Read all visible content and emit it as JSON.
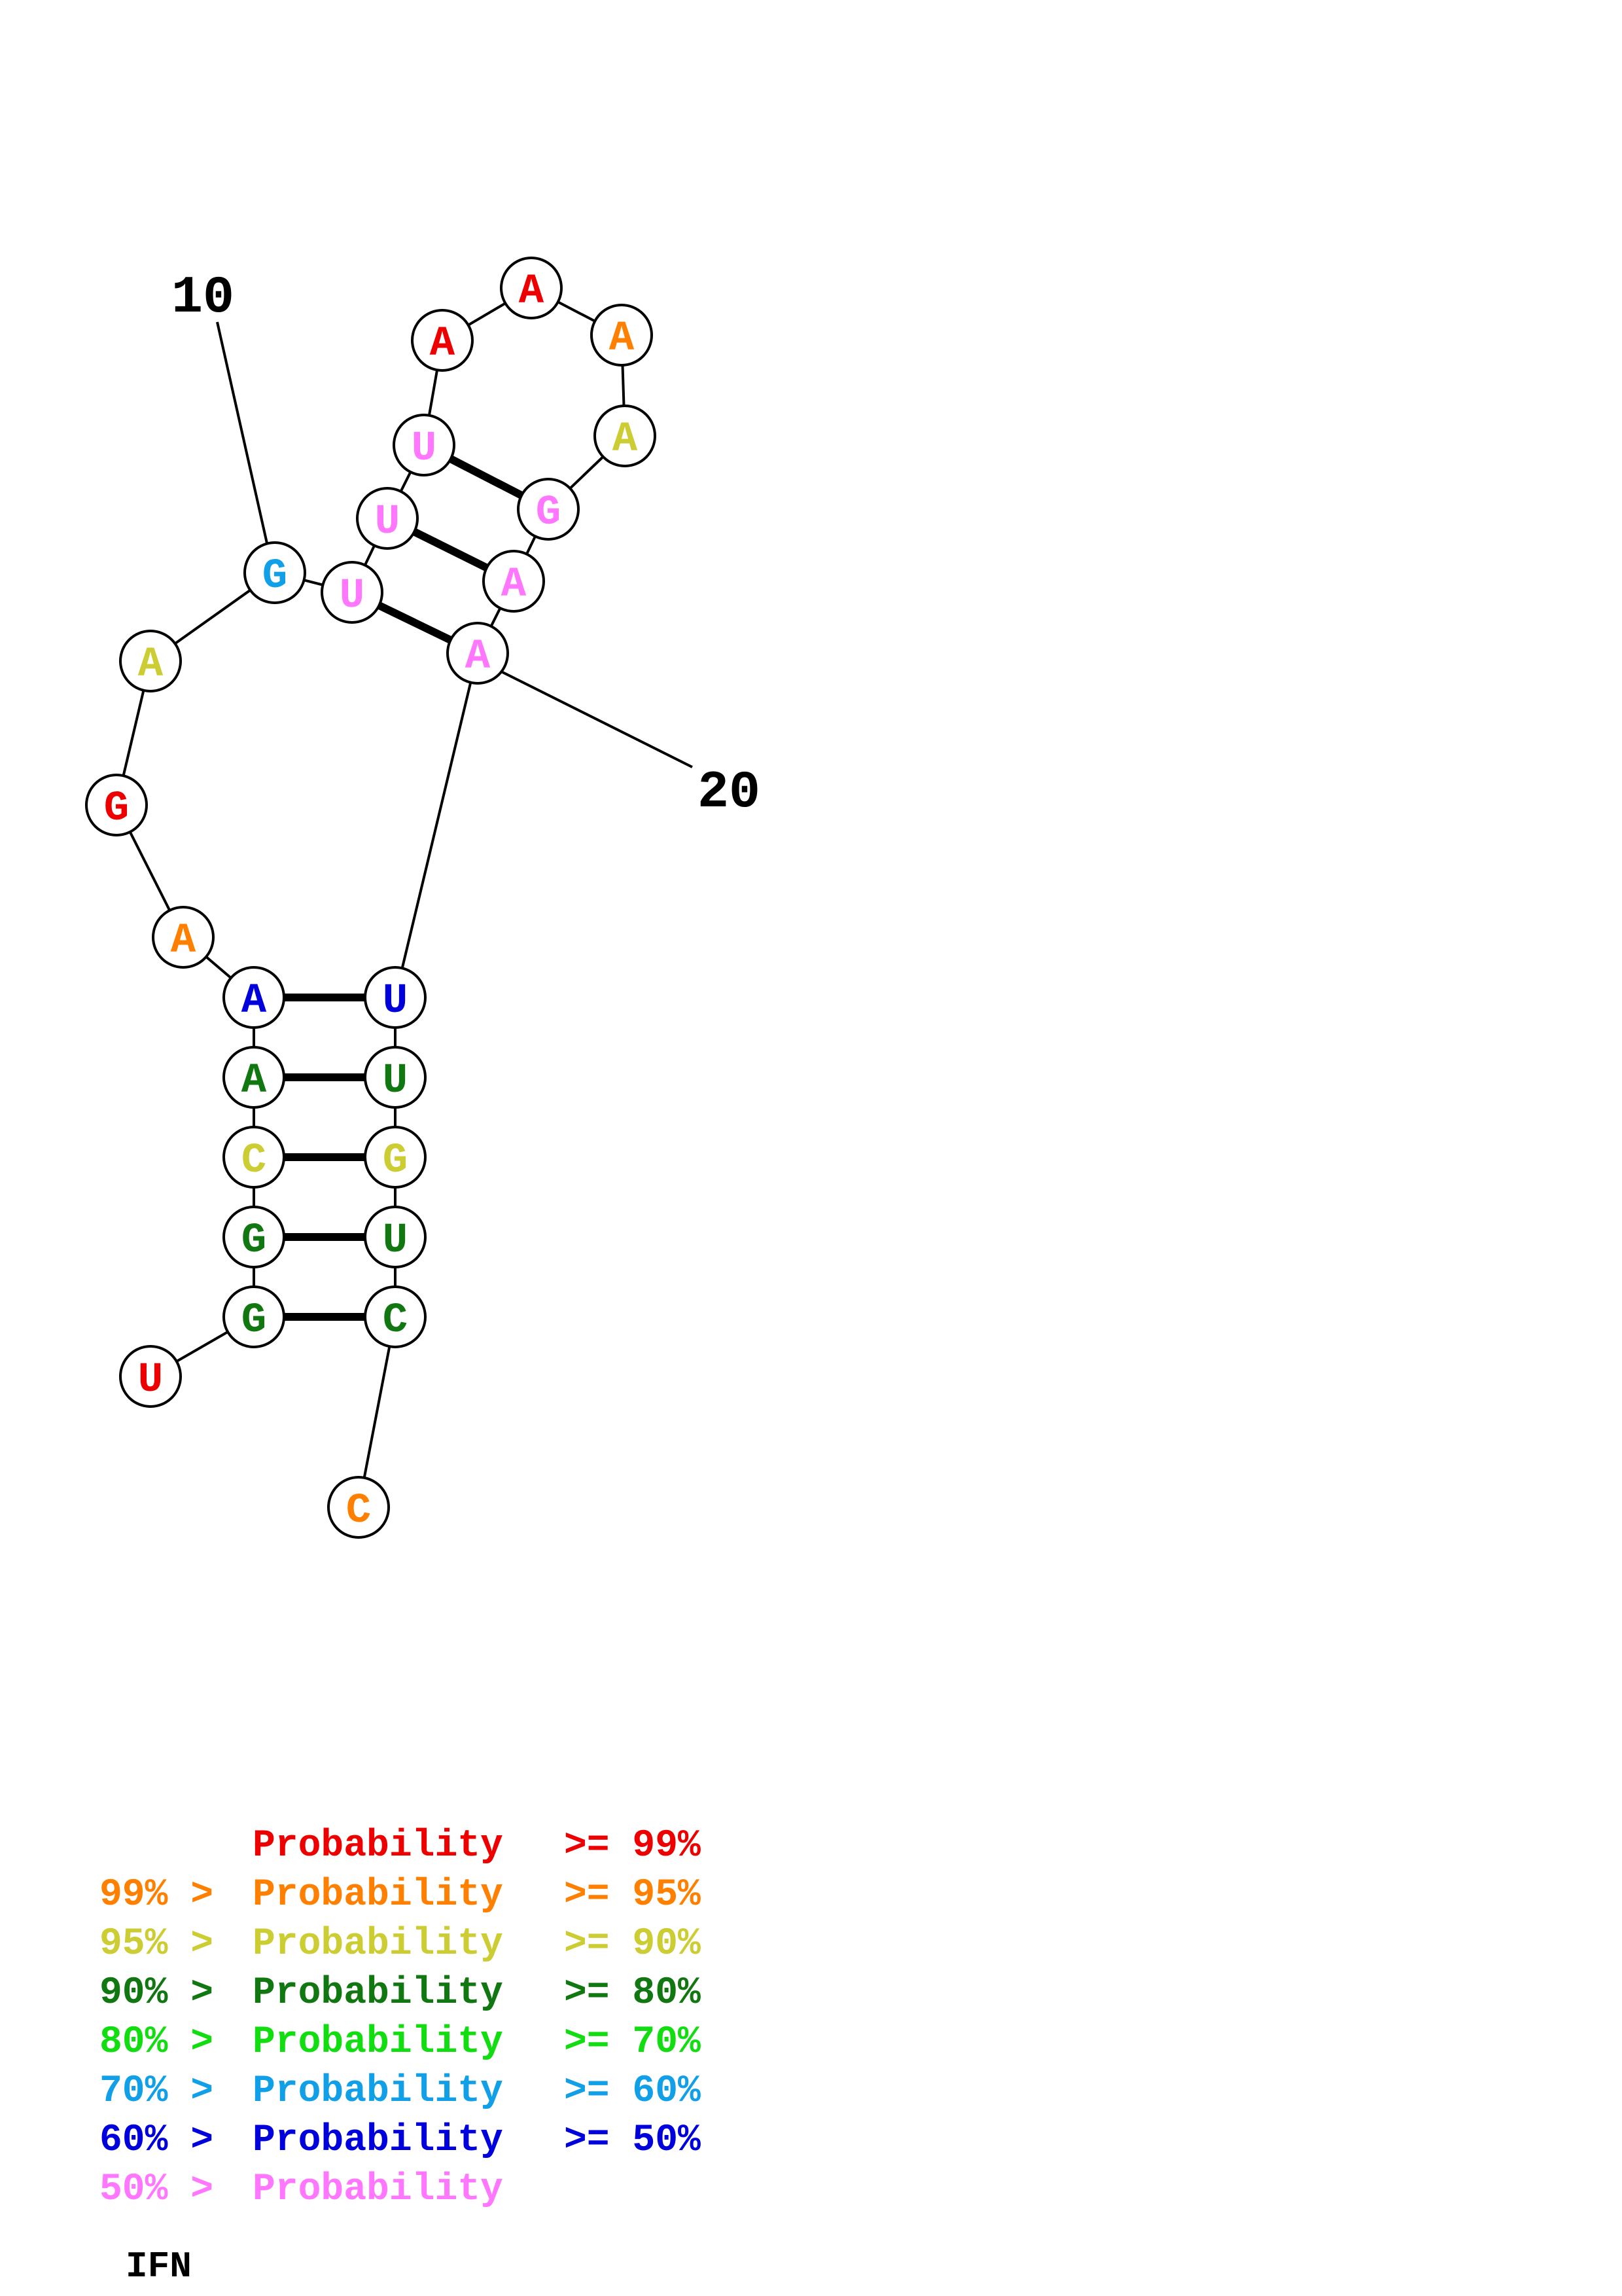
{
  "colors": {
    "p99": "#ee0000",
    "p95": "#ff8000",
    "p90": "#cccc33",
    "p80": "#117711",
    "p70": "#11dd11",
    "p60": "#11a0e8",
    "p50": "#0000dd",
    "plow": "#ff77ff"
  },
  "nucleotides": [
    {
      "base": "U",
      "color": "p99"
    },
    {
      "base": "G",
      "color": "p80"
    },
    {
      "base": "G",
      "color": "p80"
    },
    {
      "base": "C",
      "color": "p90"
    },
    {
      "base": "A",
      "color": "p80"
    },
    {
      "base": "A",
      "color": "p50"
    },
    {
      "base": "A",
      "color": "p95"
    },
    {
      "base": "G",
      "color": "p99"
    },
    {
      "base": "A",
      "color": "p90"
    },
    {
      "base": "G",
      "color": "p60"
    },
    {
      "base": "U",
      "color": "plow"
    },
    {
      "base": "U",
      "color": "plow"
    },
    {
      "base": "U",
      "color": "plow"
    },
    {
      "base": "A",
      "color": "p99"
    },
    {
      "base": "A",
      "color": "p99"
    },
    {
      "base": "A",
      "color": "p95"
    },
    {
      "base": "A",
      "color": "p90"
    },
    {
      "base": "G",
      "color": "plow"
    },
    {
      "base": "A",
      "color": "plow"
    },
    {
      "base": "A",
      "color": "plow"
    },
    {
      "base": "U",
      "color": "p50"
    },
    {
      "base": "U",
      "color": "p80"
    },
    {
      "base": "G",
      "color": "p90"
    },
    {
      "base": "U",
      "color": "p80"
    },
    {
      "base": "C",
      "color": "p80"
    },
    {
      "base": "C",
      "color": "p95"
    }
  ],
  "pairs": [
    [
      2,
      25
    ],
    [
      3,
      24
    ],
    [
      4,
      23
    ],
    [
      5,
      22
    ],
    [
      6,
      21
    ],
    [
      11,
      20
    ],
    [
      12,
      19
    ],
    [
      13,
      18
    ]
  ],
  "position_labels": [
    {
      "text": "10",
      "index": 10
    },
    {
      "text": "20",
      "index": 20
    }
  ],
  "legend": [
    {
      "prefix": "",
      "label": "Probability",
      "suffix": ">= 99%",
      "color": "p99"
    },
    {
      "prefix": "99% >",
      "label": "Probability",
      "suffix": ">= 95%",
      "color": "p95"
    },
    {
      "prefix": "95% >",
      "label": "Probability",
      "suffix": ">= 90%",
      "color": "p90"
    },
    {
      "prefix": "90% >",
      "label": "Probability",
      "suffix": ">= 80%",
      "color": "p80"
    },
    {
      "prefix": "80% >",
      "label": "Probability",
      "suffix": ">= 70%",
      "color": "p70"
    },
    {
      "prefix": "70% >",
      "label": "Probability",
      "suffix": ">= 60%",
      "color": "p60"
    },
    {
      "prefix": "60% >",
      "label": "Probability",
      "suffix": ">= 50%",
      "color": "p50"
    },
    {
      "prefix": "50% >",
      "label": "Probability",
      "suffix": "",
      "color": "plow"
    }
  ],
  "tag": "IFN"
}
